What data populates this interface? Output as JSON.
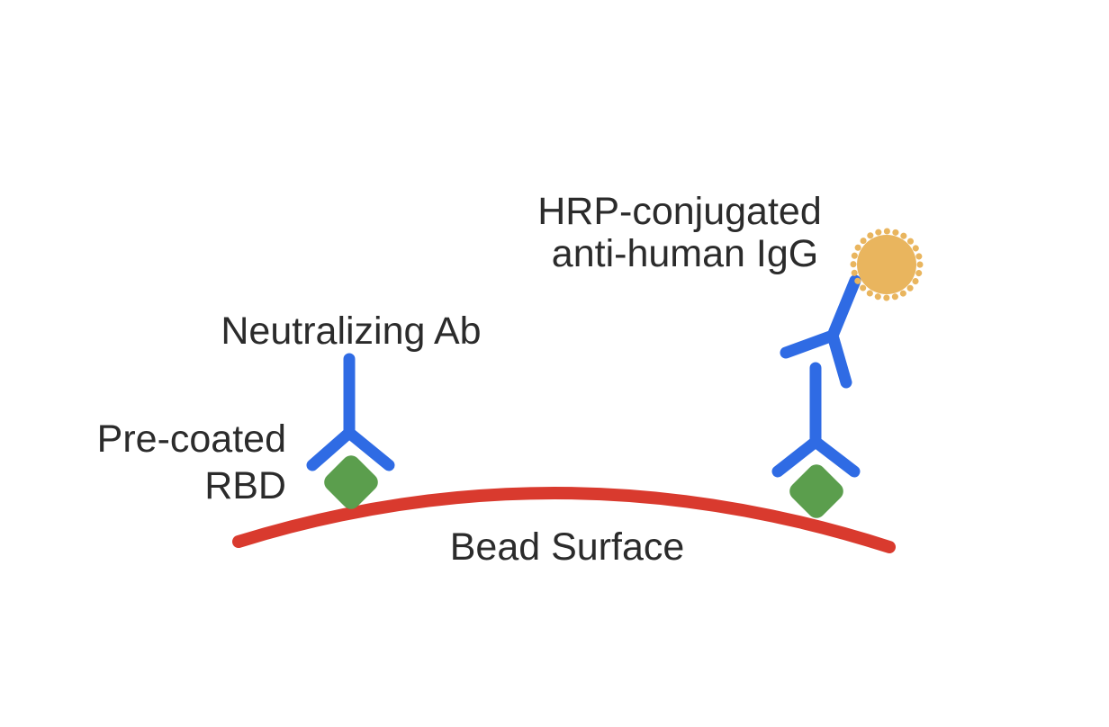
{
  "figure": {
    "title_hint": "bead-based neutralization immunoassay schematic",
    "labels": {
      "hrp": {
        "line1": "HRP-conjugated",
        "line2": "anti-human IgG"
      },
      "neutralizing_ab": "Neutralizing Ab",
      "precoated": {
        "line1": "Pre-coated",
        "line2": "RBD"
      },
      "bead_surface": "Bead Surface"
    },
    "colors": {
      "antibody_blue": "#2f6be4",
      "rbd_green": "#5b9e4d",
      "bead_red": "#d93a2e",
      "hrp_orange": "#e9b55e",
      "text": "#2b2b2b",
      "background": "#ffffff"
    }
  }
}
